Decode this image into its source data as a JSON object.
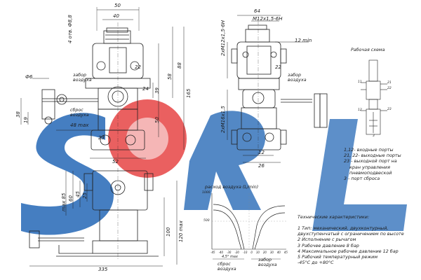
{
  "watermark": {
    "text": "SORL",
    "colors": {
      "blue": "#1e64b4",
      "red": "#e63c3c"
    }
  },
  "top_left_view": {
    "dims": {
      "width_50": "50",
      "width_40": "40",
      "hole": "4 отв. Ф8,8",
      "port_diam": "Ф6",
      "height_58": "58",
      "height_88": "88",
      "height_165": "165",
      "height_39": "39",
      "height_50": "50",
      "height_38": "38",
      "height_19": "19",
      "width_48": "48 max",
      "width_52": "52",
      "angle_24": "24"
    },
    "labels": {
      "intake": "забор воздуха",
      "exhaust": "сброс воздуха",
      "port_22": "22",
      "port_23": "23"
    }
  },
  "top_right_view": {
    "dims": {
      "width_64": "64",
      "thread_m12": "М12х1,5-6Н",
      "thread_left": "2хМ12х1,5-6Н",
      "thread_bottom": "2хМ16х1,5",
      "min_12": "12 min",
      "dim_12": "12",
      "dim_26": "26"
    },
    "labels": {
      "intake": "забор воздуха",
      "port_22": "22"
    }
  },
  "bottom_view": {
    "dims": {
      "max_85": "max 85",
      "dim_60": "60",
      "dim_45": "45",
      "dim_25": "25",
      "dim_100": "100",
      "max_120": "120 max",
      "width_335": "335"
    }
  },
  "graph": {
    "title": "расход воздуха (L/min)",
    "y_ticks": [
      "1000",
      "500"
    ],
    "x_ticks": [
      "-45",
      "-40",
      "-30",
      "-20",
      "-10",
      "0",
      "10",
      "20",
      "30",
      "40",
      "45"
    ],
    "angle_label": "4,5° max",
    "exhaust": "сброс воздуха",
    "intake": "забор воздуха"
  },
  "scheme": {
    "title": "Рабочая схема",
    "ports": [
      "11",
      "12",
      "21",
      "22",
      "23",
      "3"
    ]
  },
  "legend": {
    "lines": [
      "1,12- входные порты",
      "21, 22- выходные порты",
      "23 - выходной порт на",
      "кран управления",
      "пневмоподвеской",
      "3 - порт сброса"
    ]
  },
  "specs": {
    "title": "Технические характеристики:",
    "lines": [
      "1 Тип: механический, двухконтурный,",
      "двухступенчатый с ограничением по высоте",
      "2 Исполнение с рычагом",
      "3 Рабочее давление 8 бар",
      "4 Максимальное рабочее давление 12 бар",
      "5 Рабочий температурный режим",
      "-45°С до +80°С"
    ]
  }
}
